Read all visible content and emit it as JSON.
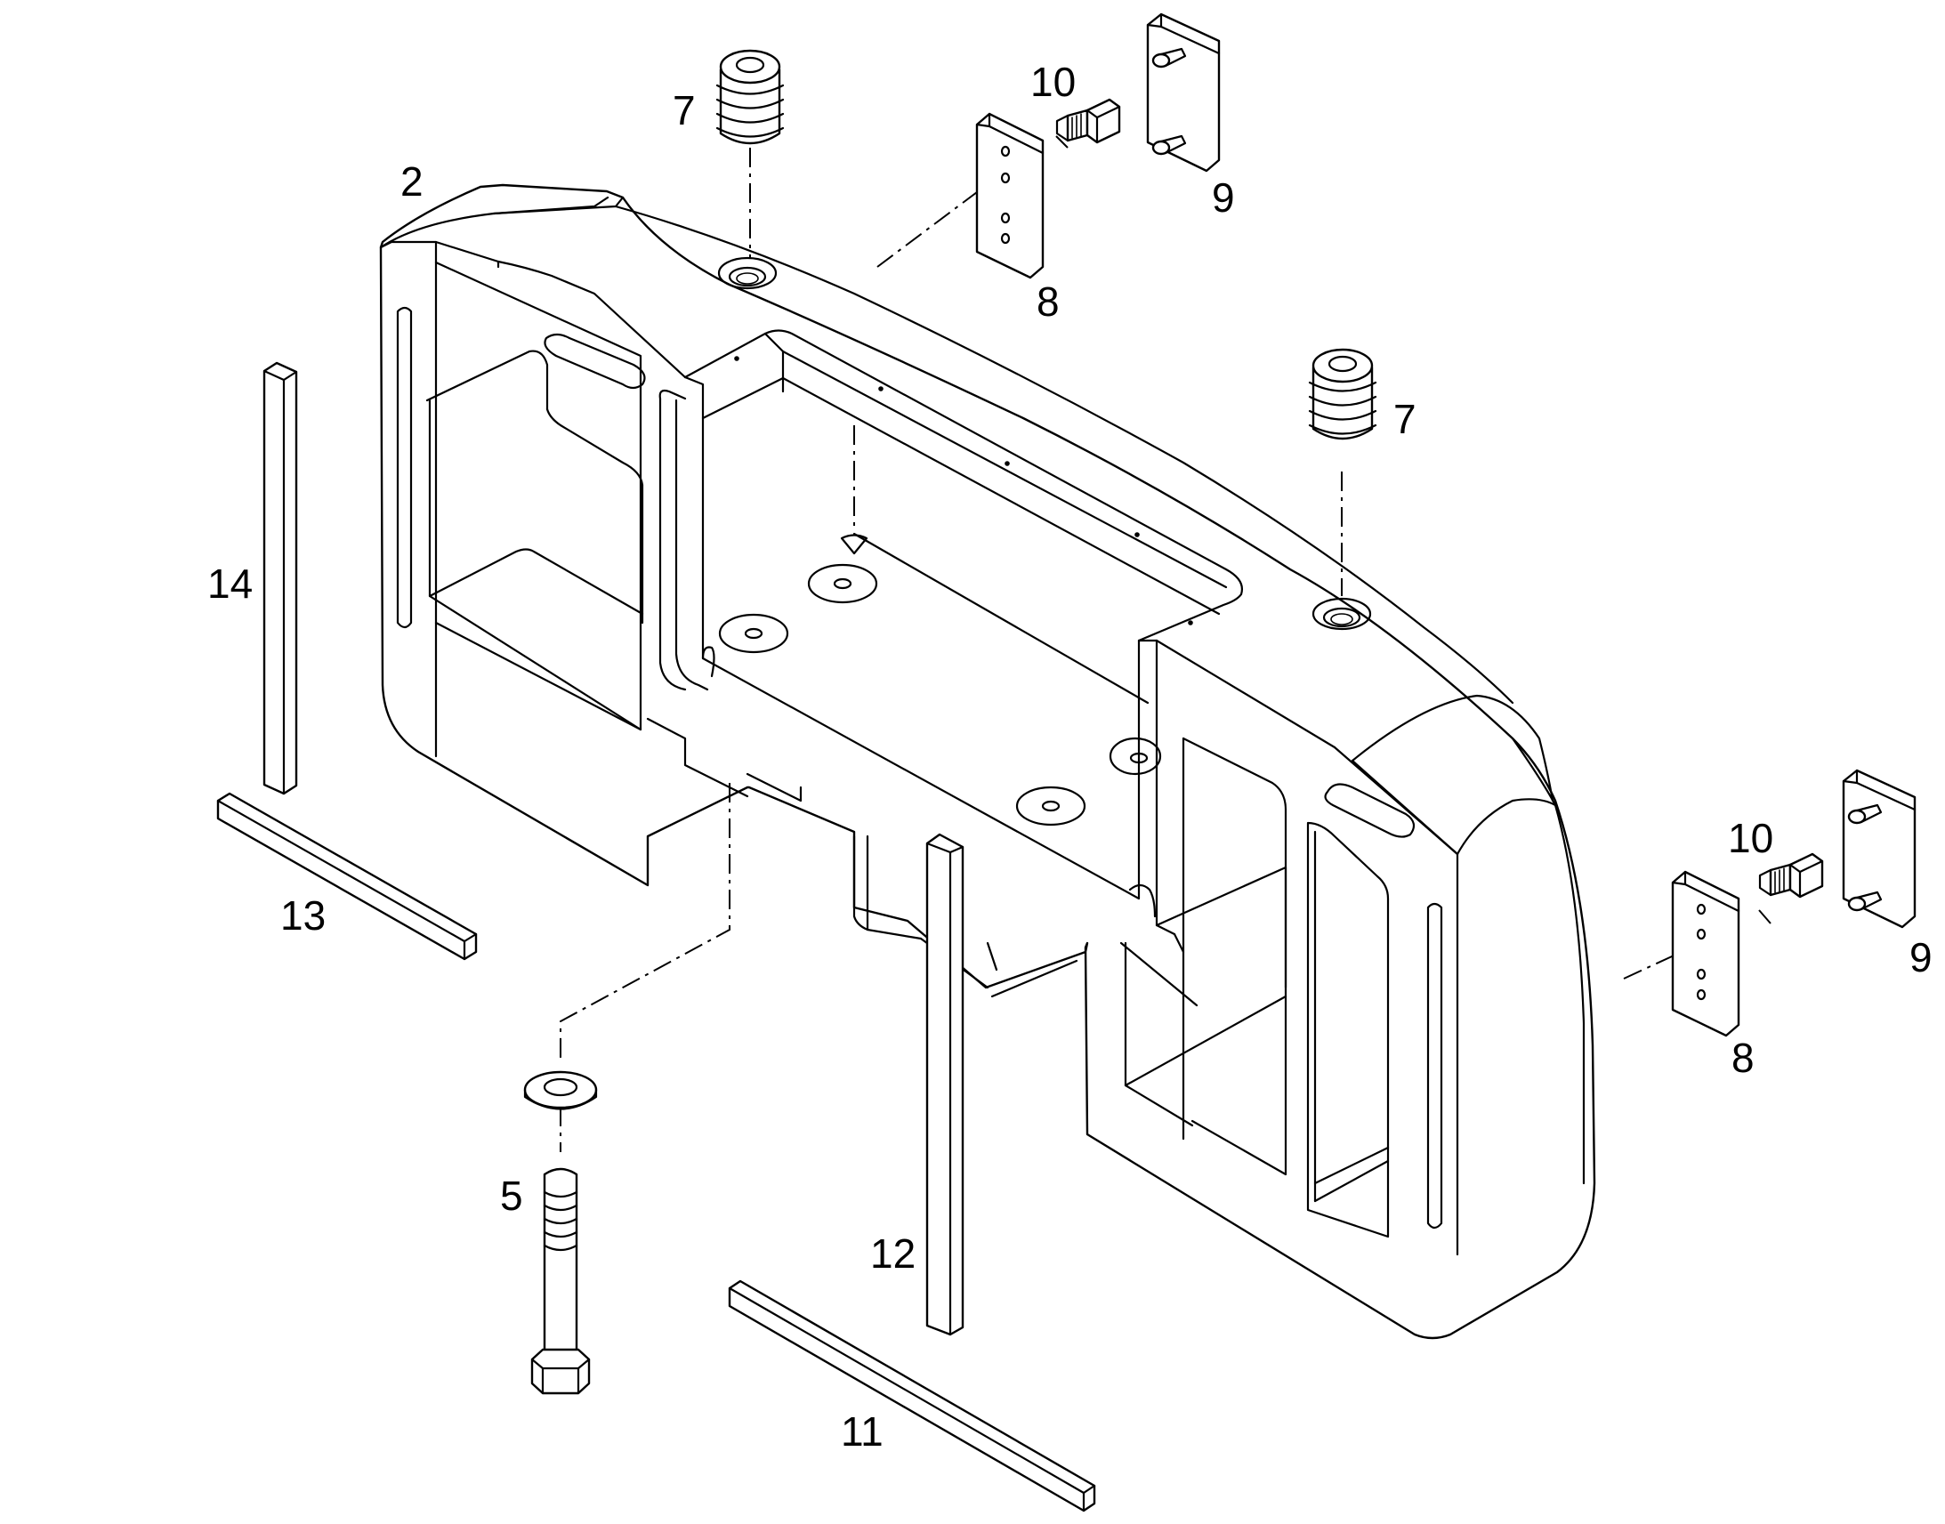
{
  "diagram": {
    "callouts": {
      "c2": "2",
      "c5": "5",
      "c7a": "7",
      "c7b": "7",
      "c8a": "8",
      "c8b": "8",
      "c9a": "9",
      "c9b": "9",
      "c10a": "10",
      "c10b": "10",
      "c11": "11",
      "c12": "12",
      "c13": "13",
      "c14": "14"
    },
    "colors": {
      "stroke": "#000000",
      "fill": "#ffffff"
    }
  }
}
